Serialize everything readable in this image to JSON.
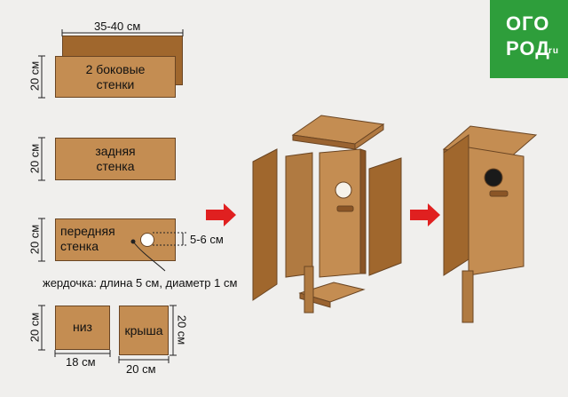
{
  "logo": {
    "line1": "ОГО",
    "line2": "РОД",
    "suffix": "ru"
  },
  "parts": {
    "side": {
      "label_line1": "2 боковые",
      "label_line2": "стенки",
      "width": "35-40 см",
      "height": "20 см"
    },
    "back": {
      "label_line1": "задняя",
      "label_line2": "стенка",
      "height": "20 см"
    },
    "front": {
      "label_line1": "передняя",
      "label_line2": "стенка",
      "height": "20 см",
      "hole_offset": "5-6 см"
    },
    "perch": {
      "note": "жердочка: длина 5 см, диаметр 1 см"
    },
    "bottom": {
      "label": "низ",
      "height": "20 см",
      "width": "18 см"
    },
    "roof": {
      "label": "крыша",
      "height": "20 см",
      "width": "20 см"
    }
  },
  "colors": {
    "wood_light": "#c48d52",
    "wood_dark": "#a0672d",
    "outline": "#6a4523",
    "arrow": "#e02020",
    "logo": "#2e9e3b"
  }
}
